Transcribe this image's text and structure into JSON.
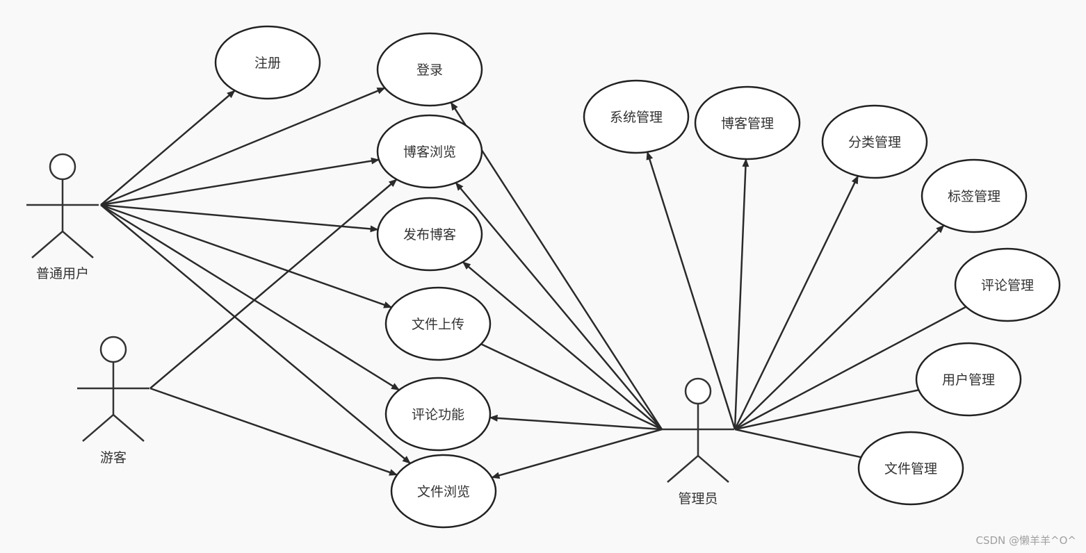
{
  "actors": [
    {
      "id": "normal_user",
      "label": "普通用户"
    },
    {
      "id": "guest",
      "label": "游客"
    },
    {
      "id": "admin",
      "label": "管理员"
    }
  ],
  "use_cases": [
    {
      "id": "register",
      "label": "注册"
    },
    {
      "id": "login",
      "label": "登录"
    },
    {
      "id": "blog_browse",
      "label": "博客浏览"
    },
    {
      "id": "publish_blog",
      "label": "发布博客"
    },
    {
      "id": "file_upload",
      "label": "文件上传"
    },
    {
      "id": "comment",
      "label": "评论功能"
    },
    {
      "id": "file_browse",
      "label": "文件浏览"
    },
    {
      "id": "system_mgmt",
      "label": "系统管理"
    },
    {
      "id": "blog_mgmt",
      "label": "博客管理"
    },
    {
      "id": "category_mgmt",
      "label": "分类管理"
    },
    {
      "id": "tag_mgmt",
      "label": "标签管理"
    },
    {
      "id": "comment_mgmt",
      "label": "评论管理"
    },
    {
      "id": "user_mgmt",
      "label": "用户管理"
    },
    {
      "id": "file_mgmt",
      "label": "文件管理"
    }
  ],
  "edges": [
    {
      "from": "normal_user",
      "to": "register",
      "arrow": true
    },
    {
      "from": "normal_user",
      "to": "login",
      "arrow": true
    },
    {
      "from": "normal_user",
      "to": "blog_browse",
      "arrow": true
    },
    {
      "from": "normal_user",
      "to": "publish_blog",
      "arrow": true
    },
    {
      "from": "normal_user",
      "to": "file_upload",
      "arrow": true
    },
    {
      "from": "normal_user",
      "to": "comment",
      "arrow": true
    },
    {
      "from": "normal_user",
      "to": "file_browse",
      "arrow": true
    },
    {
      "from": "guest",
      "to": "blog_browse",
      "arrow": true
    },
    {
      "from": "guest",
      "to": "file_browse",
      "arrow": true
    },
    {
      "from": "admin",
      "to": "login",
      "arrow": true
    },
    {
      "from": "admin",
      "to": "blog_browse",
      "arrow": true
    },
    {
      "from": "admin",
      "to": "publish_blog",
      "arrow": true
    },
    {
      "from": "admin",
      "to": "file_upload",
      "arrow": false
    },
    {
      "from": "admin",
      "to": "comment",
      "arrow": true
    },
    {
      "from": "admin",
      "to": "file_browse",
      "arrow": true
    },
    {
      "from": "admin",
      "to": "system_mgmt",
      "arrow": true
    },
    {
      "from": "admin",
      "to": "blog_mgmt",
      "arrow": true
    },
    {
      "from": "admin",
      "to": "category_mgmt",
      "arrow": true
    },
    {
      "from": "admin",
      "to": "tag_mgmt",
      "arrow": true
    },
    {
      "from": "admin",
      "to": "comment_mgmt",
      "arrow": false
    },
    {
      "from": "admin",
      "to": "user_mgmt",
      "arrow": false
    },
    {
      "from": "admin",
      "to": "file_mgmt",
      "arrow": false
    }
  ],
  "watermark": "CSDN @懒羊羊^O^"
}
